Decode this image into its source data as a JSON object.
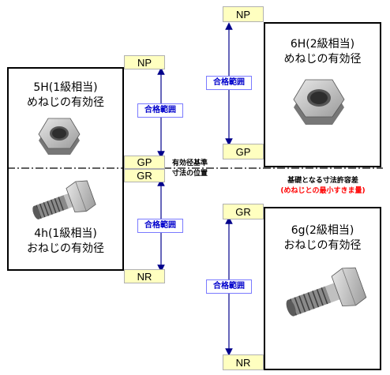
{
  "left": {
    "internal_caption_line1": "5H(1級相当)",
    "internal_caption_line2": "めねじの有効径",
    "external_caption_line1": "4h(1級相当)",
    "external_caption_line2": "おねじの有効径"
  },
  "right": {
    "internal_caption_line1": "6H(2級相当)",
    "internal_caption_line2": "めねじの有効径",
    "external_caption_line1": "6g(2級相当)",
    "external_caption_line2": "おねじの有効径",
    "allowance_line1": "基礎となる寸法許容差",
    "allowance_line2": "(めねじとの最小すきま量)"
  },
  "gauges": {
    "np": "NP",
    "gp": "GP",
    "gr": "GR",
    "nr": "NR"
  },
  "acceptance_range": "合格範囲",
  "reference_note_line1": "有効径基準",
  "reference_note_line2": "寸法の位置",
  "colors": {
    "label_fill": "#ffffc0",
    "arrow": "#00008b",
    "badge_text": "#0000cc",
    "allowance_red": "#ff0000"
  }
}
